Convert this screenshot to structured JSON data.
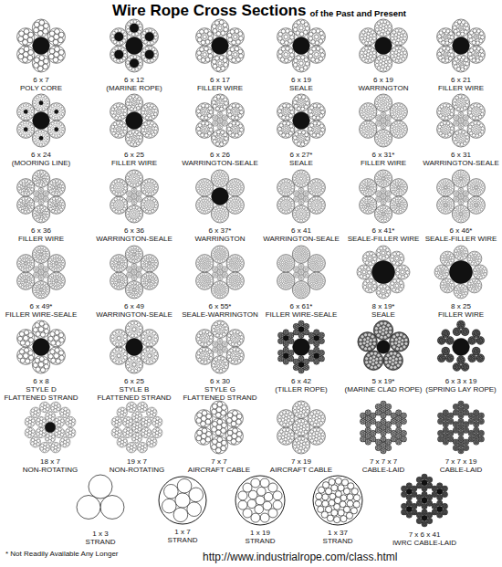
{
  "diagram": {
    "title": "Wire Rope Cross Sections",
    "labels": [
      "of the Past and Present",
      "6 x 7",
      "POLY CORE",
      "6 x 12",
      "(MARINE ROPE)",
      "6 x 17",
      "FILLER WIRE",
      "6 x 19",
      "SEALE",
      "6 x 19",
      "WARRINGTON",
      "6 x 21",
      "FILLER WIRE",
      "6 x 24",
      "(MOORING LINE)",
      "6 x 25",
      "FILLER WIRE",
      "6 x 26",
      "WARRINGTON-SEALE",
      "6 x 27*",
      "SEALE",
      "6 x 31*",
      "FILLER WIRE",
      "6 x 31",
      "WARRINGTON-SEALE",
      "6 x 36",
      "FILLER WIRE",
      "6 x 36",
      "WARRINGTON-SEALE",
      "6 x 37*",
      "WARRINGTON",
      "6 x 41",
      "WARRINGTON-SEALE",
      "6 x 41*",
      "SEALE-FILLER WIRE",
      "6 x 46*",
      "SEALE-FILLER WIRE",
      "6 x 49*",
      "FILLER WIRE-SEALE",
      "6 x 49",
      "WARRINGTON-SEALE",
      "6 x 55*",
      "SEALE-WARRINGTON",
      "6 x 61*",
      "FILLER WIRE-SEALE",
      "8 x 19*",
      "SEALE",
      "8 x 25",
      "FILLER WIRE",
      "6 x 8",
      "STYLE D",
      "FLATTENED STRAND",
      "6 x 25",
      "STYLE B",
      "FLATTENED STRAND",
      "6 x 30",
      "STYLE G",
      "FLATTENED STRAND",
      "6 x 42",
      "(TILLER ROPE)",
      "5 x 19*",
      "(MARINE CLAD ROPE)",
      "6 x 3 x 19",
      "(SPRING LAY ROPE)",
      "18 x 7",
      "NON-ROTATING",
      "19 x 7",
      "NON-ROTATING",
      "7 x 7",
      "AIRCRAFT CABLE",
      "7 x 19",
      "AIRCRAFT CABLE",
      "7 x 7 x 7",
      "CABLE-LAID",
      "7 x 7 x 19",
      "CABLE-LAID",
      "1 x 3",
      "STRAND",
      "1 x 7",
      "STRAND",
      "1 x 19",
      "STRAND",
      "1 x 37",
      "STRAND",
      "7 x 6 x 41",
      "IWRC CABLE-LAID",
      "* Not Readily Available Any Longer",
      "http://www.industrialrope.com/class.html"
    ]
  }
}
